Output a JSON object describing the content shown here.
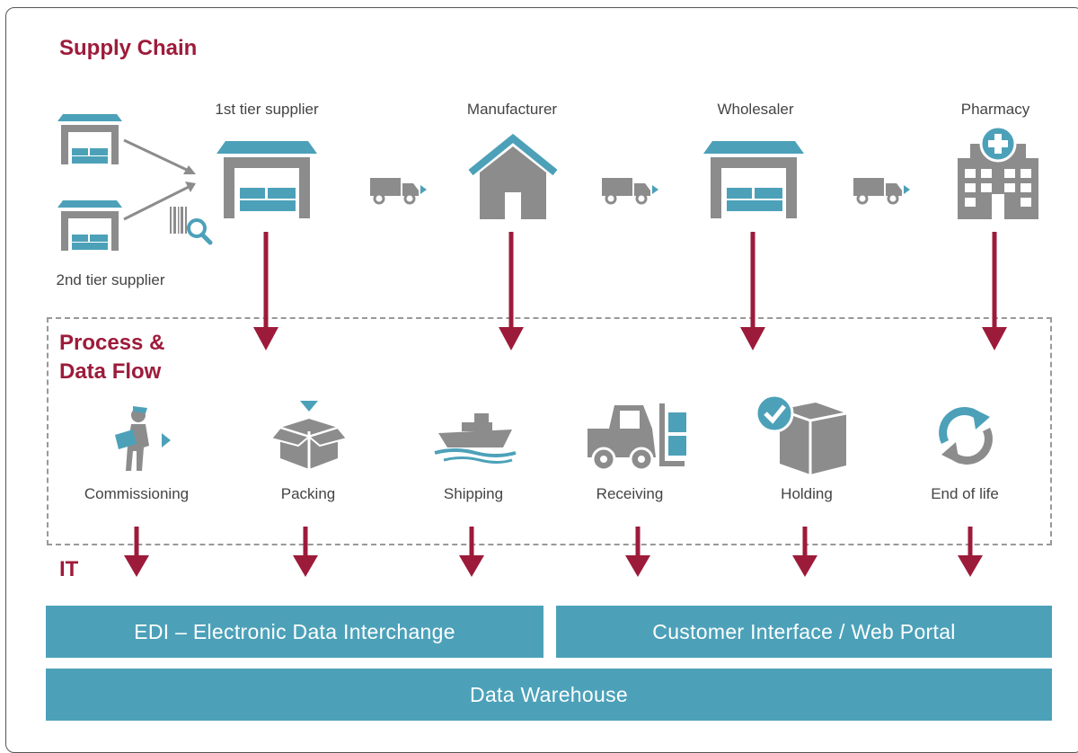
{
  "titles": {
    "supply_chain": "Supply Chain",
    "process_line1": "Process &",
    "process_line2": "Data Flow",
    "it": "IT"
  },
  "supply_chain": {
    "second_tier": "2nd tier supplier",
    "first_tier": "1st tier supplier",
    "manufacturer": "Manufacturer",
    "wholesaler": "Wholesaler",
    "pharmacy": "Pharmacy"
  },
  "process_steps": [
    "Commissioning",
    "Packing",
    "Shipping",
    "Receiving",
    "Holding",
    "End of life"
  ],
  "it_systems": {
    "edi": "EDI – Electronic Data Interchange",
    "portal": "Customer Interface / Web Portal",
    "warehouse": "Data Warehouse"
  },
  "colors": {
    "accent": "#9d1b3a",
    "teal": "#4ca1b9",
    "gray": "#8c8c8c"
  }
}
